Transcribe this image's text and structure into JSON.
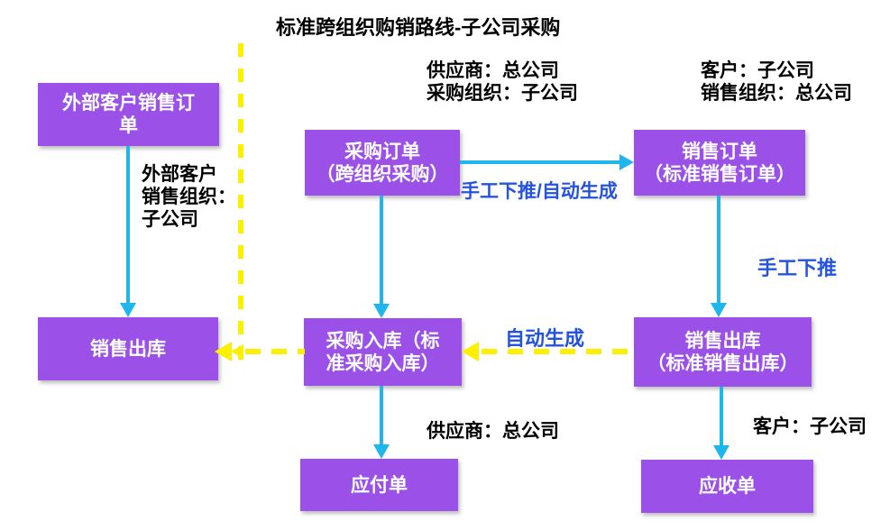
{
  "title": "标准跨组织购销路线-子公司采购",
  "colors": {
    "box_fill": "#9B50E8",
    "arrow_cyan": "#1FB6EC",
    "dash_yellow": "#FBF000",
    "label_blue": "#2453E0",
    "label_black": "#000000",
    "box_text": "#FFFFFF"
  },
  "boxes": {
    "external_sales_order": "外部客户销售订\n单",
    "purchase_order": "采购订单\n（跨组织采购）",
    "sales_order": "销售订单\n（标准销售订单）",
    "sales_outbound": "销售出库",
    "purchase_inbound": "采购入库（标\n准采购入库）",
    "sales_outbound_std": "销售出库\n（标准销售出库）",
    "payable": "应付单",
    "receivable": "应收单"
  },
  "labels": {
    "supplier_purchase_org": "供应商：总公司\n采购组织：子公司",
    "customer_sales_org": "客户：子公司\n销售组织：总公司",
    "external_customer_org": "外部客户\n销售组织：\n子公司",
    "manual_push_auto": "手工下推/自动生成",
    "manual_push": "手工下推",
    "auto_generate": "自动生成",
    "supplier_head_office": "供应商：总公司",
    "customer_subsidiary": "客户：子公司"
  }
}
